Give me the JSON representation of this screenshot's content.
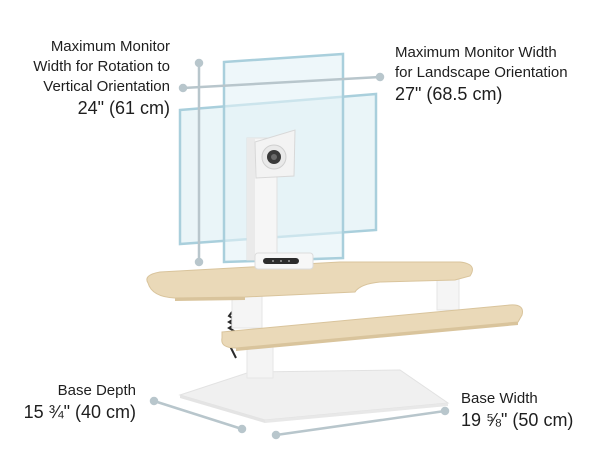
{
  "diagram": {
    "subject": "Sit-stand desk converter with monitor mount",
    "annotations": {
      "vertical_monitor": {
        "lines": [
          "Maximum Monitor",
          "Width for Rotation to",
          "Vertical Orientation"
        ],
        "value": "24\" (61 cm)"
      },
      "landscape_monitor": {
        "lines": [
          "Maximum Monitor Width",
          "for Landscape Orientation"
        ],
        "value": "27\" (68.5 cm)"
      },
      "base_depth": {
        "lines": [
          "Base Depth"
        ],
        "value": "15 ¾\" (40 cm)"
      },
      "base_width": {
        "lines": [
          "Base Width"
        ],
        "value": "19 ⅝\" (50 cm)"
      }
    },
    "colors": {
      "monitor_outline": "#a9cfdc",
      "monitor_fill": "#e3f1f6",
      "dimension_line": "#b8c6cc",
      "wood": "#ead9b8",
      "wood_edge": "#d9c49c",
      "frame": "#f2f2f2",
      "text": "#1e1e1e"
    }
  }
}
